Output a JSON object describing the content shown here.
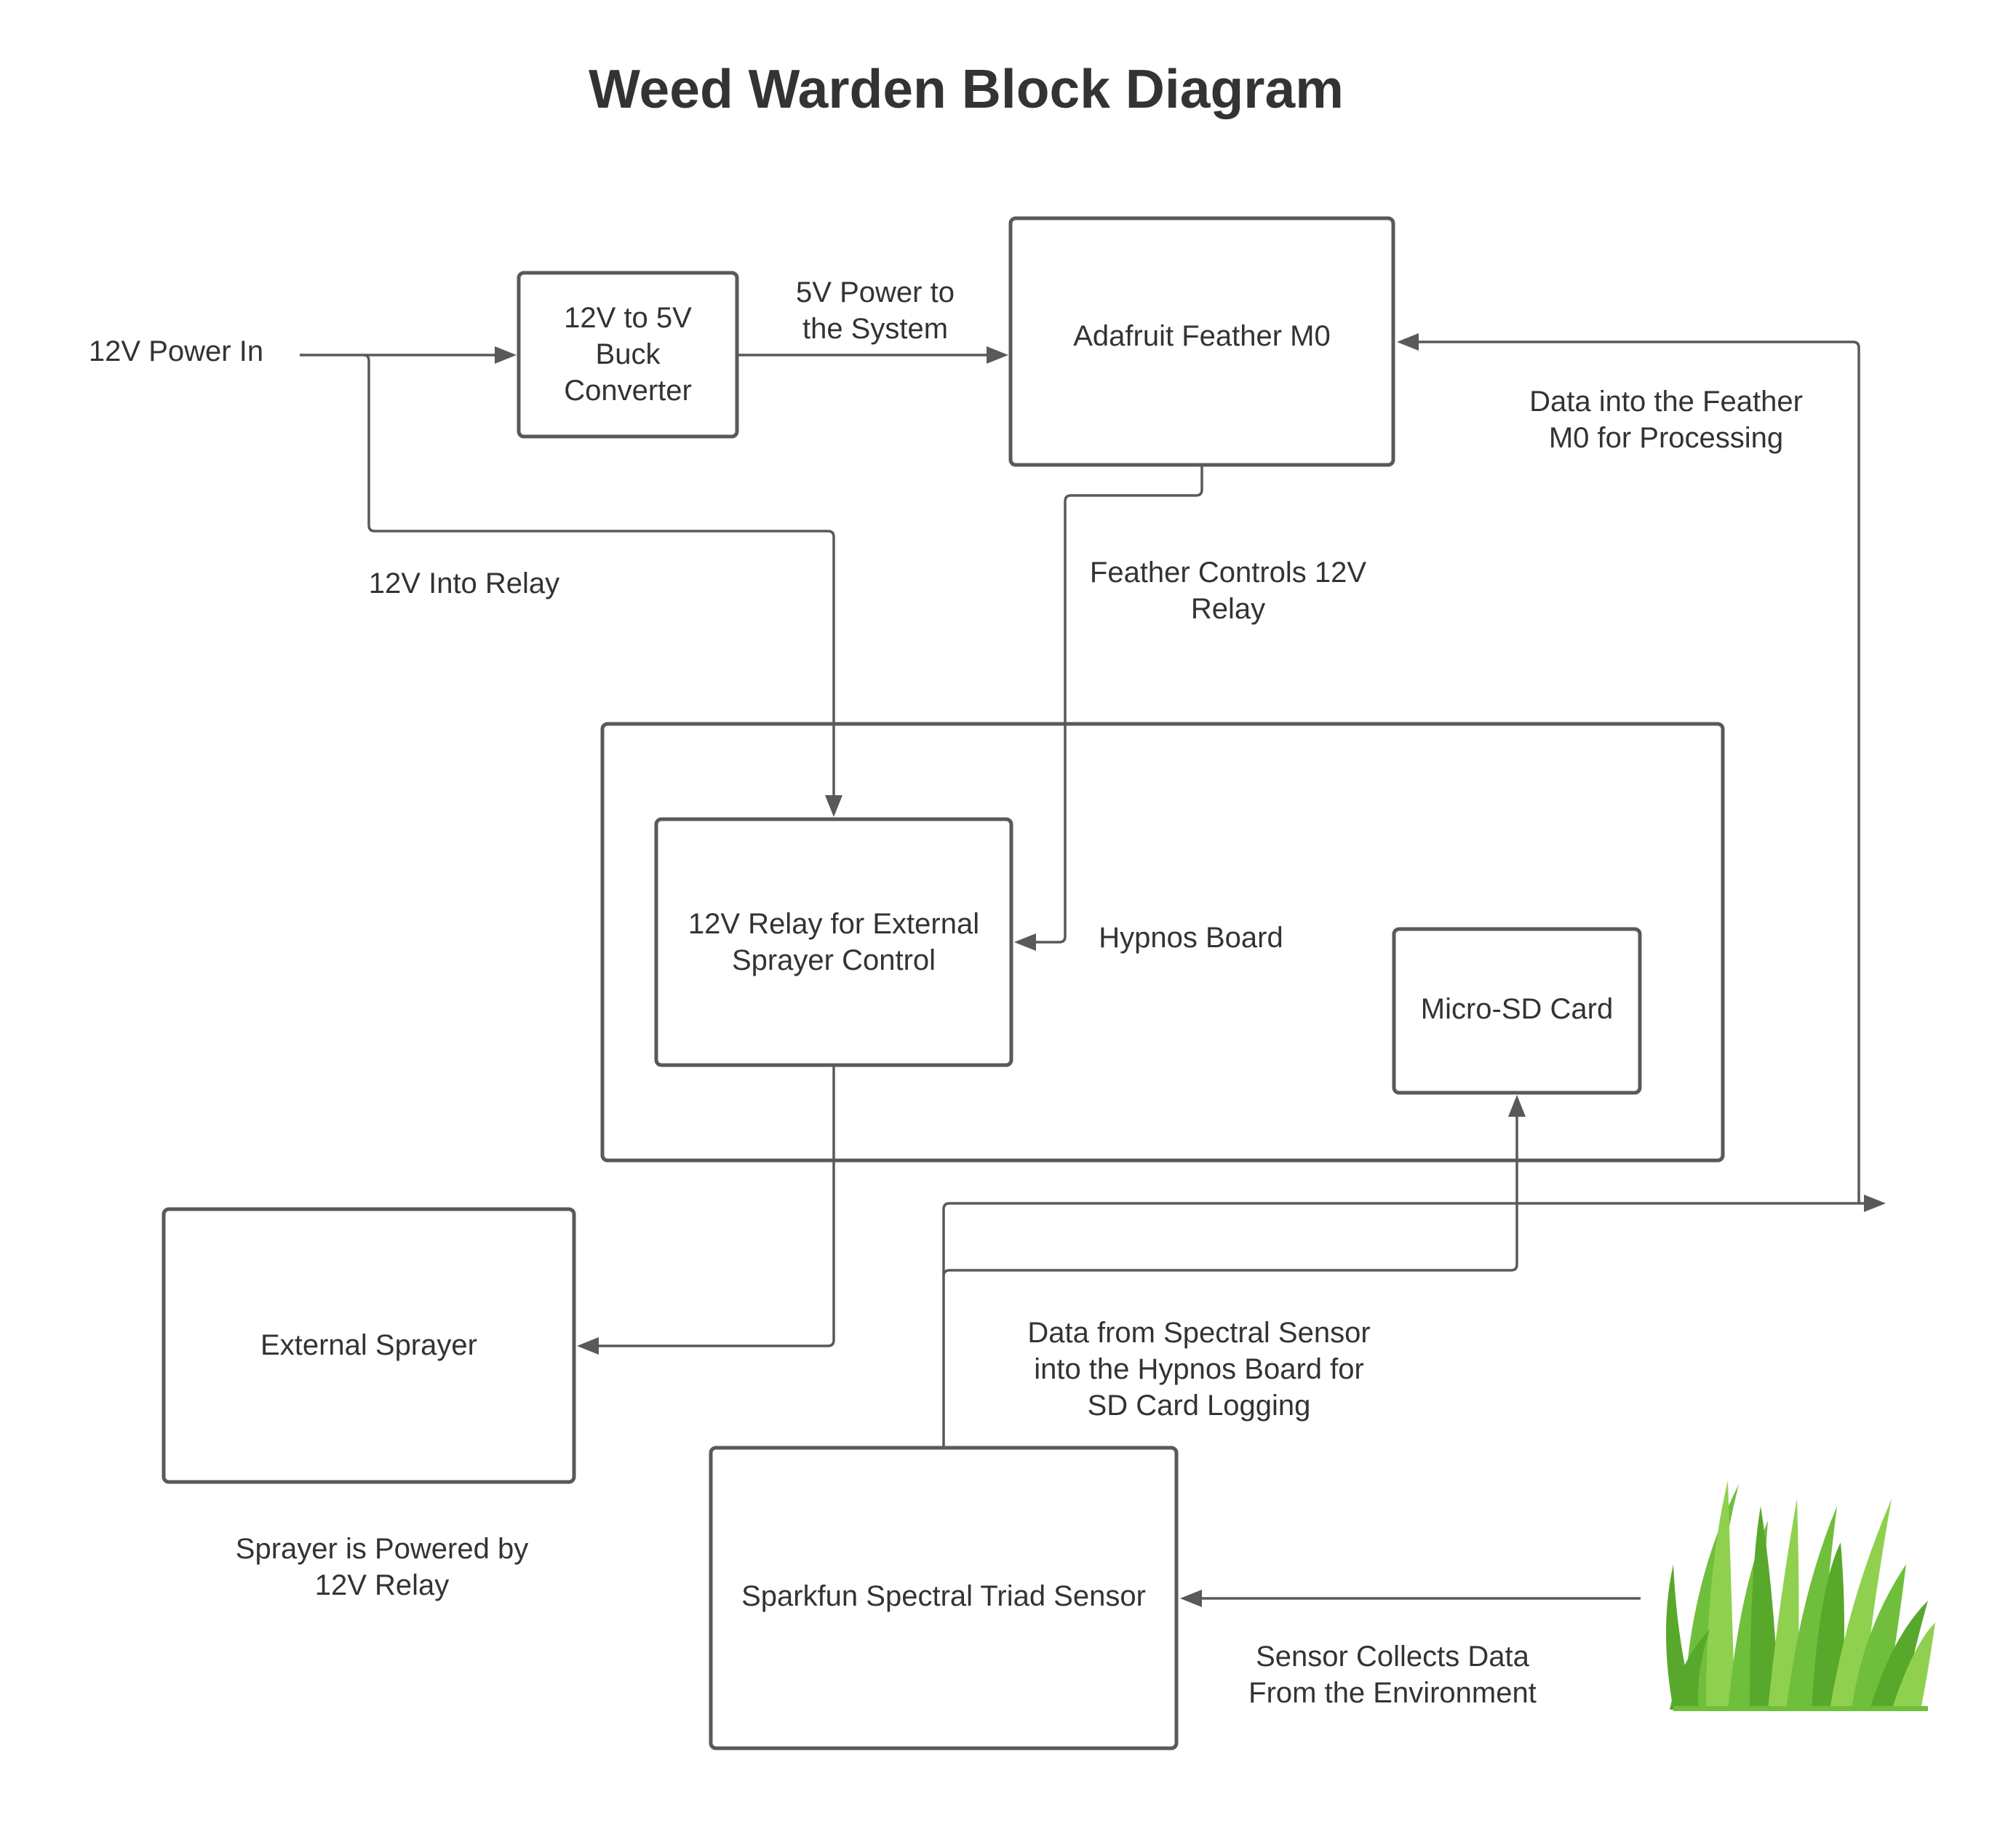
{
  "title": "Weed Warden Block Diagram",
  "blocks": {
    "buck_converter": [
      "12V to 5V",
      "Buck",
      "Converter"
    ],
    "feather": [
      "Adafruit Feather M0"
    ],
    "hypnos": [
      "Hypnos Board"
    ],
    "relay": [
      "12V Relay for External",
      "Sprayer Control"
    ],
    "sd_card": [
      "Micro-SD Card"
    ],
    "sprayer": [
      "External Sprayer"
    ],
    "sensor": [
      "Sparkfun Spectral Triad Sensor"
    ]
  },
  "labels": {
    "power_in": [
      "12V Power In"
    ],
    "power_5v": [
      "5V Power to",
      "the System"
    ],
    "into_relay": [
      "12V Into Relay"
    ],
    "feather_controls": [
      "Feather Controls 12V",
      "Relay"
    ],
    "data_into_feather": [
      "Data into the Feather",
      "M0 for Processing"
    ],
    "data_from_sensor": [
      "Data from Spectral Sensor",
      "into the Hypnos Board for",
      "SD Card Logging"
    ],
    "sprayer_powered": [
      "Sprayer is Powered by",
      "12V Relay"
    ],
    "sensor_collects": [
      "Sensor Collects Data",
      "From the Environment"
    ]
  },
  "colors": {
    "line": "#595959",
    "text": "#333333",
    "grass": "#6fbf3c"
  },
  "icons": {
    "environment": "grass-icon"
  }
}
